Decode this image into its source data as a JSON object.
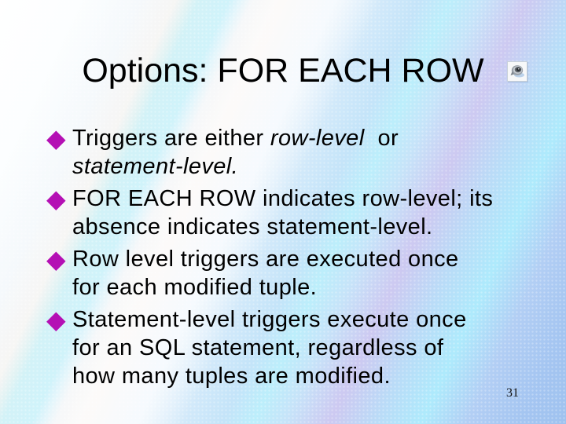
{
  "slide": {
    "title": "Options: FOR EACH ROW",
    "page_number": "31",
    "bullet_glyph": "◆",
    "colors": {
      "bullet_magenta": "#B410B4",
      "text": "#000000",
      "bg_periwinkle": "#9FC2EF",
      "bg_cyan_stripe": "#AEEAFC",
      "bg_lavender_stripe": "#CDC9F1",
      "bg_cream_stripe": "#F6F2EE",
      "bg_white": "#FFFFFF"
    },
    "icons": {
      "speaker": "speaker-sound-icon"
    },
    "bullets": [
      {
        "lines": [
          [
            {
              "t": "Triggers are either ",
              "i": false
            },
            {
              "t": "row-level",
              "i": true
            },
            {
              "t": "  or",
              "i": false
            }
          ],
          [
            {
              "t": "statement-level.",
              "i": true
            }
          ]
        ]
      },
      {
        "lines": [
          [
            {
              "t": "FOR EACH ROW indicates row-level; its",
              "i": false
            }
          ],
          [
            {
              "t": "absence indicates statement-level.",
              "i": false
            }
          ]
        ]
      },
      {
        "lines": [
          [
            {
              "t": "Row level triggers are executed once",
              "i": false
            }
          ],
          [
            {
              "t": "for each modified tuple.",
              "i": false
            }
          ]
        ]
      },
      {
        "lines": [
          [
            {
              "t": "Statement-level triggers execute once",
              "i": false
            }
          ],
          [
            {
              "t": "for an SQL statement, regardless of",
              "i": false
            }
          ],
          [
            {
              "t": "how many tuples are modified.",
              "i": false
            }
          ]
        ]
      }
    ]
  }
}
